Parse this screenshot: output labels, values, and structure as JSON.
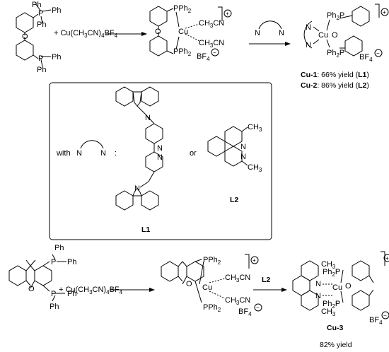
{
  "scheme1": {
    "ph": "Ph",
    "p": "P",
    "o": "O",
    "reagent_prefix": "+ Cu(CH",
    "reagent_mid": "CN)",
    "reagent_bf": "BF",
    "sub3": "3",
    "sub4": "4",
    "pph2": "PPh",
    "sub2": "2",
    "cu": "Cu",
    "ch3cn_a": "CH",
    "ch3cn_b": "CN",
    "bf4": "BF",
    "charge_plus": "+",
    "charge_minus": "−",
    "n": "N",
    "product_ph2p": "Ph",
    "product_p": "P"
  },
  "yields": {
    "cu1_label": "Cu-1",
    "cu1_text": ": 66% yield (",
    "cu1_ligand": "L1",
    "cu2_label": "Cu-2",
    "cu2_text": ": 86% yield (",
    "cu2_ligand": "L2",
    "close": ")"
  },
  "box": {
    "with": "with",
    "n": "N",
    "colon": ":",
    "or": "or",
    "l1": "L1",
    "l2": "L2",
    "ch3": "CH",
    "sub3": "3"
  },
  "scheme2": {
    "ph": "Ph",
    "p": "P",
    "o": "O",
    "reagent_prefix": "+ Cu(CH",
    "reagent_mid": "CN)",
    "reagent_bf": "BF",
    "arrow_label": "L2",
    "pph2": "PPh",
    "sub2": "2",
    "sub3": "3",
    "sub4": "4",
    "cu": "Cu",
    "ch3cn_a": "CH",
    "ch3cn_b": "CN",
    "bf4": "BF",
    "ch3": "CH",
    "n": "N",
    "product_name": "Cu-3",
    "product_yield": "82% yield"
  }
}
